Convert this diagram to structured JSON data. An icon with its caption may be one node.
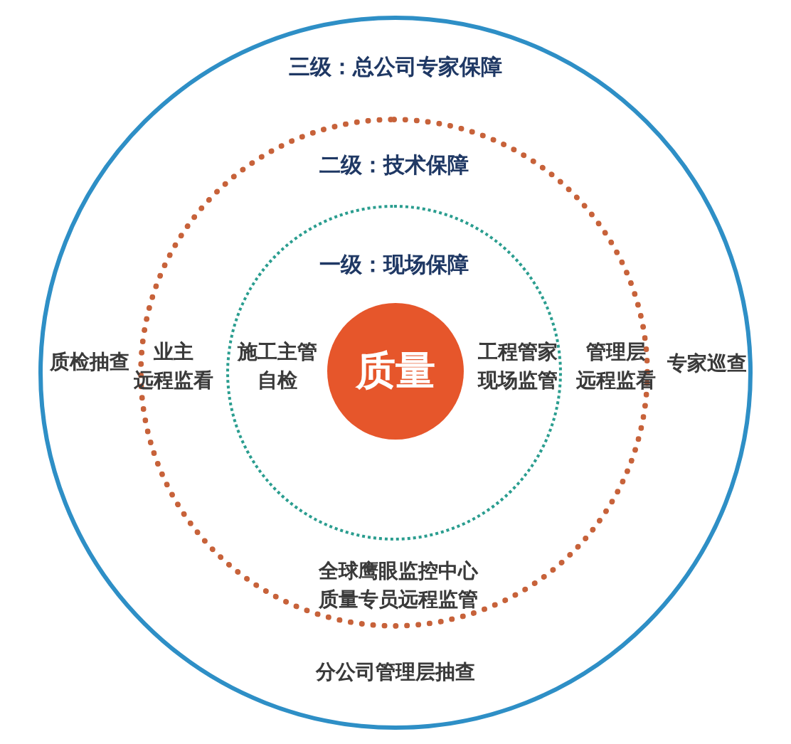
{
  "diagram": {
    "nodes": [
      {
        "text": [
          "三级：总公司专家保障"
        ]
      },
      {
        "text": [
          "二级：技术保障"
        ],
        "in": 0
      },
      {
        "text": [
          "一级：现场保障"
        ],
        "in": 1
      },
      {
        "text": [
          "质量"
        ],
        "in": 2
      }
    ],
    "labels": [
      "质检抽查",
      "业主远程监看",
      "施工主管自检",
      "工程管家现场监管",
      "管理层远程监看",
      "专家巡查",
      "全球鹰眼监控中心质量专员远程监管",
      "分公司管理层抽查"
    ]
  }
}
